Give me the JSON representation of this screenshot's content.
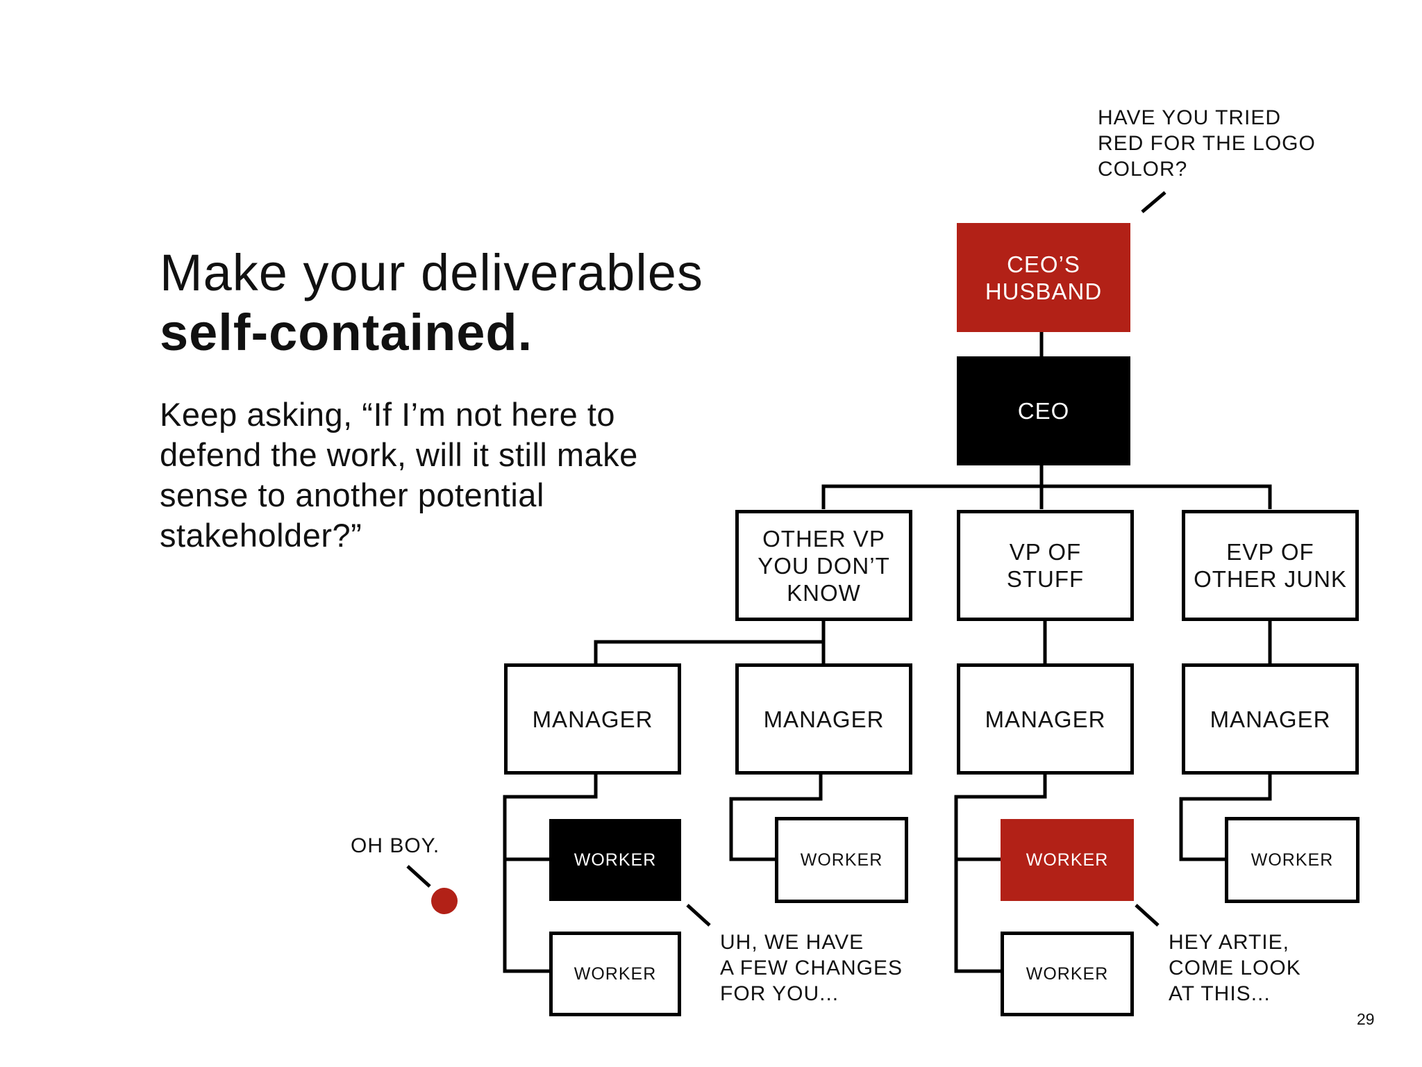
{
  "heading": {
    "line1": "Make your deliverables",
    "line2": "self-contained."
  },
  "body": "Keep asking, “If I’m not here to defend the work, will it still make sense to another potential stakeholder?”",
  "org_chart": {
    "ceo_husband": "CEO’S\nHUSBAND",
    "ceo": "CEO",
    "vps": [
      "OTHER VP\nYOU DON’T\nKNOW",
      "VP OF\nSTUFF",
      "EVP OF\nOTHER JUNK"
    ],
    "managers": [
      "MANAGER",
      "MANAGER",
      "MANAGER",
      "MANAGER"
    ],
    "workers": [
      "WORKER",
      "WORKER",
      "WORKER",
      "WORKER",
      "WORKER",
      "WORKER"
    ]
  },
  "captions": {
    "husband_quote": "HAVE YOU TRIED\nRED FOR THE LOGO\nCOLOR?",
    "oh_boy": "OH BOY.",
    "changes": "UH, WE HAVE\nA FEW CHANGES\nFOR YOU...",
    "artie": "HEY ARTIE,\nCOME LOOK\nAT THIS..."
  },
  "page_number": "29",
  "colors": {
    "accent_red": "#b22117",
    "black": "#000000"
  }
}
